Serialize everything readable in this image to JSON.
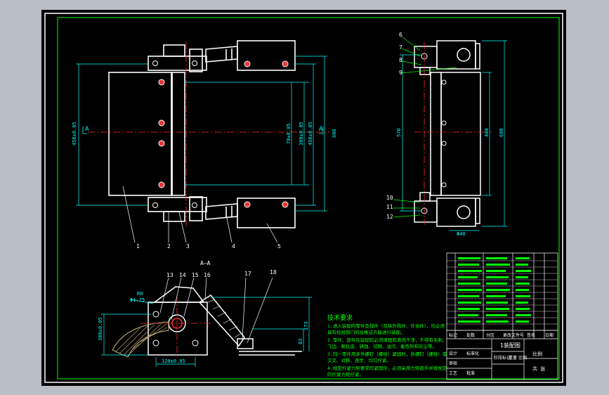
{
  "colors": {
    "background": "#b9bec6",
    "canvas": "#000000",
    "border": "#ffffff",
    "inner_border": "#00ff00",
    "outline": "#ffffff",
    "dimension": "#00ffff",
    "centerline": "#ff2a2a",
    "hatch": "#c8b27a",
    "table_text": "#00ff00"
  },
  "section_label": "A—A",
  "view_markers": [
    "A",
    "A"
  ],
  "front_view": {
    "dim_left": "458±0.05",
    "dim_inner_1": "78±0.05",
    "dim_inner_2": "380±0.05",
    "dim_right_1": "458±0.05",
    "dim_right_2": "608"
  },
  "side_view": {
    "dim_left": "570",
    "dim_right_1": "400",
    "dim_right_2": "600",
    "dim_bottom": "Φ40"
  },
  "section_view": {
    "dim_radius": "R8",
    "dim_radius_2": "Φ1.25",
    "dim_left": "380±0.05",
    "dim_bottom": "120±0.05",
    "dim_right_1": "173",
    "dim_right_2": "83"
  },
  "balloons": {
    "b1": "1",
    "b2": "2",
    "b3": "3",
    "b4": "4",
    "b5": "5",
    "b6": "6",
    "b7": "7",
    "b8": "8",
    "b9": "9",
    "b10": "10",
    "b11": "11",
    "b12": "12",
    "b13": "13",
    "b14": "14",
    "b15": "15",
    "b16": "16",
    "b17": "17",
    "b18": "18"
  },
  "notes": {
    "title": "技术要求",
    "lines": [
      "1.进入装配的零件及部件（包括外购件、外协件），均必须",
      "具有检验部门的合格证方能进行装配。",
      "2.零件、部件在装配前必须清理和清洗干净，不得有毛刺、",
      "飞边、氧化皮、锈蚀、切屑、油污、着色剂和灰尘等。",
      "3.同一零件用多件螺钉（螺栓）紧固时，各螺钉（螺栓）需",
      "交叉、对称、逐步、均匀拧紧。",
      "4.规定拧紧力矩要求的紧固件，必须采用力矩扳手并按规定",
      "的拧紧力矩拧紧。"
    ]
  },
  "title_block": {
    "drawing_title": "1装配图",
    "material": "",
    "scale_label": "比例",
    "sheet_label": "共 张",
    "footer_labels": [
      "标记",
      "处数",
      "分区",
      "更改文件号",
      "签名",
      "日期"
    ],
    "footer_labels_2": [
      "设计",
      "标准化",
      "阶段标记",
      "重量",
      "比例"
    ],
    "footer_labels_3": [
      "审核",
      "工艺",
      "批准"
    ]
  }
}
